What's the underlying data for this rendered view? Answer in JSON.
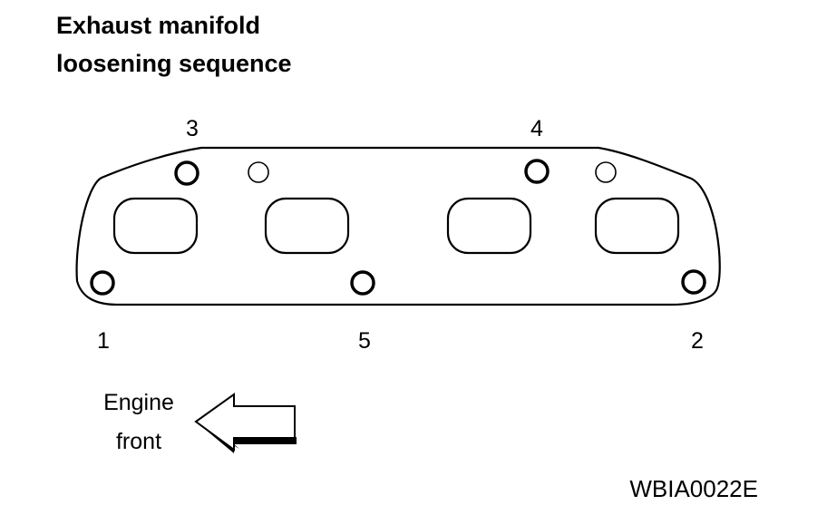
{
  "title": {
    "line1": "Exhaust manifold",
    "line2": "loosening sequence"
  },
  "sequence_labels": {
    "bolt_1": "1",
    "bolt_2": "2",
    "bolt_3": "3",
    "bolt_4": "4",
    "bolt_5": "5"
  },
  "engine_front": {
    "line1": "Engine",
    "line2": "front",
    "icon": "left-arrow-icon"
  },
  "figure_code": "WBIA0022E"
}
